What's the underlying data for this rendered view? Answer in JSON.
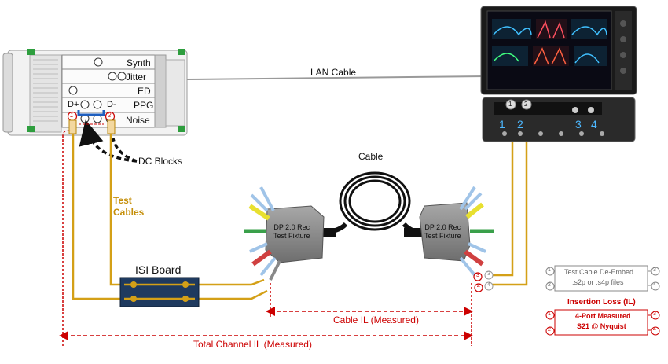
{
  "instrument": {
    "module_labels": [
      "Synth",
      "Jitter",
      "ED",
      "PPG",
      "Noise"
    ],
    "ppg_pos": "D+",
    "ppg_neg": "D-",
    "port_1": "1",
    "port_2": "2"
  },
  "labels": {
    "lan_cable": "LAN Cable",
    "dc_blocks": "DC Blocks",
    "test_cables": "Test\nCables",
    "cable": "Cable",
    "isi_board": "ISI Board",
    "fixture_left": "DP 2.0 Rec\nTest Fixture",
    "fixture_right": "DP 2.0 Rec\nTest Fixture",
    "cable_il": "Cable IL (Measured)",
    "total_il": "Total Channel IL (Measured)"
  },
  "scope": {
    "channels": [
      "1",
      "2",
      "3",
      "4"
    ],
    "port_1": "1",
    "port_2": "2",
    "fixture_ports": [
      "3",
      "4",
      "3",
      "4"
    ]
  },
  "legend": {
    "deembed_line1": "Test Cable De-Embed",
    "deembed_line2": ".s2p or .s4p files",
    "deembed_ports": [
      "1",
      "3",
      "2",
      "4"
    ],
    "il_title": "Insertion Loss (IL)",
    "il_line1": "4-Port Measured",
    "il_line2": "S21 @ Nyquist",
    "il_ports": [
      "1",
      "3",
      "2",
      "4"
    ]
  },
  "colors": {
    "test_cable": "#d4a017",
    "measure_red": "#cc0000",
    "isi_board": "#1f3a5f",
    "fixture": "#8a8a8a"
  }
}
